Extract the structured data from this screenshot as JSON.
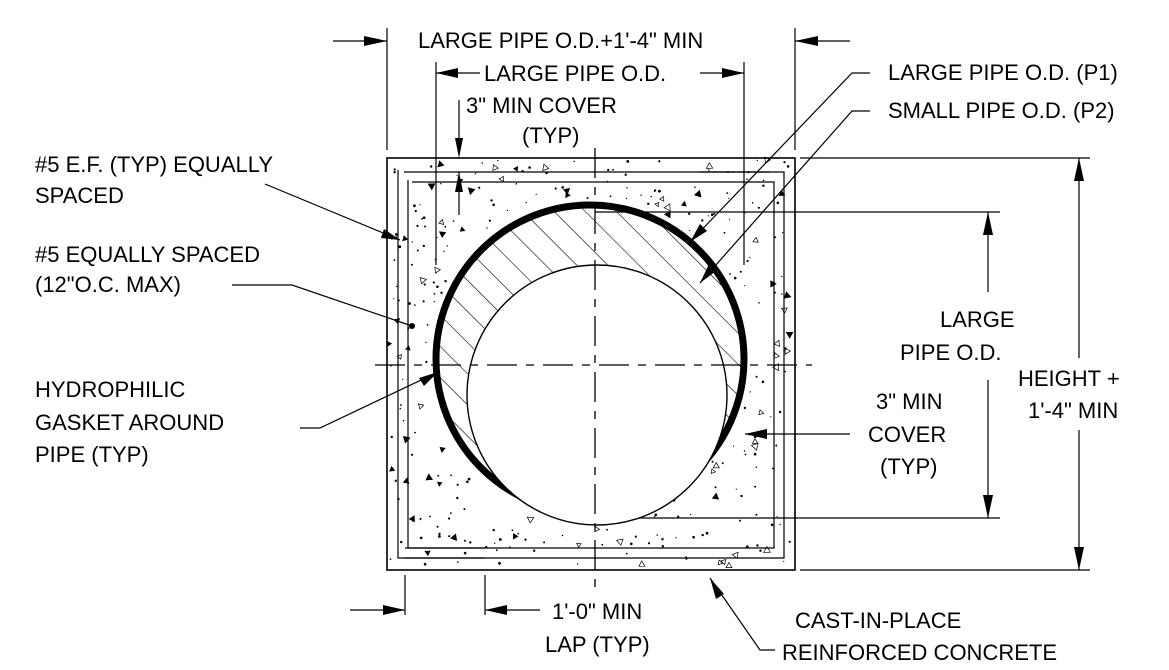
{
  "labels": {
    "top_dim": "LARGE PIPE O.D.+1'-4\" MIN",
    "od_dim": "LARGE PIPE O.D.",
    "top_cover_1": "3\" MIN COVER",
    "top_cover_2": "(TYP)",
    "p1": "LARGE PIPE O.D. (P1)",
    "p2": "SMALL PIPE O.D. (P2)",
    "ef_1": "#5 E.F. (TYP) EQUALLY",
    "ef_2": "SPACED",
    "eq_1": "#5 EQUALLY SPACED",
    "eq_2": "(12\"O.C. MAX)",
    "gasket_1": "HYDROPHILIC",
    "gasket_2": "GASKET AROUND",
    "gasket_3": "PIPE (TYP)",
    "right_od_1": "LARGE",
    "right_od_2": "PIPE O.D.",
    "height_1": "HEIGHT +",
    "height_2": "1'-4\" MIN",
    "side_cover_1": "3\" MIN",
    "side_cover_2": "COVER",
    "side_cover_3": "(TYP)",
    "lap_1": "1'-0\" MIN",
    "lap_2": "LAP (TYP)",
    "concrete_1": "CAST-IN-PLACE",
    "concrete_2": "REINFORCED CONCRETE"
  }
}
